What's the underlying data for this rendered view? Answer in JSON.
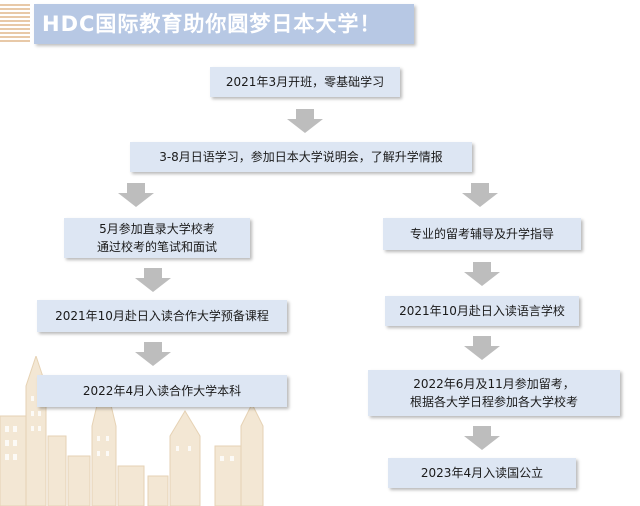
{
  "header": {
    "title": "HDC国际教育助你圆梦日本大学！"
  },
  "flow": {
    "step1": "2021年3月开班，零基础学习",
    "step2": "3-8月日语学习，参加日本大学说明会，了解升学情报",
    "left": {
      "step1_line1": "5月参加直录大学校考",
      "step1_line2": "通过校考的笔试和面试",
      "step2": "2021年10月赴日入读合作大学预备课程",
      "step3": "2022年4月入读合作大学本科"
    },
    "right": {
      "step1": "专业的留考辅导及升学指导",
      "step2": "2021年10月赴日入读语言学校",
      "step3_line1": "2022年6月及11月参加留考，",
      "step3_line2": "根据各大学日程参加各大学校考",
      "step4": "2023年4月入读国公立"
    }
  },
  "colors": {
    "box": "#dde6f3",
    "header": "#b7c8e4",
    "arrow": "#bdbdbd",
    "skyline": "#ecdcc4"
  }
}
